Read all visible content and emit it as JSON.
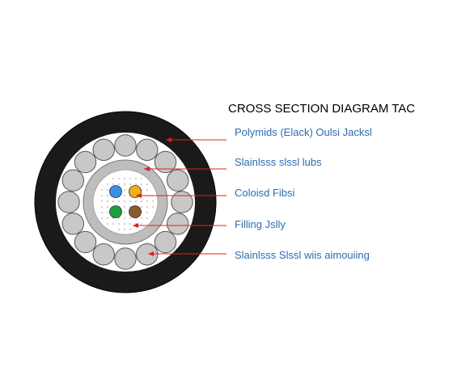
{
  "diagram": {
    "title": "CROSS SECTION DIAGRAM TAC",
    "labels": [
      {
        "text": "Polymids (Elack) Oulsi Jacksl"
      },
      {
        "text": "Slainlsss slssl lubs"
      },
      {
        "text": "Coloisd Fibsi"
      },
      {
        "text": "Filling Jslly"
      },
      {
        "text": "Slainlsss Slssl wiis aimouiing"
      }
    ],
    "colors": {
      "jacket": "#1a1a1a",
      "armour_wire": "#c8c8c8",
      "wire_outline": "#555555",
      "tube": "#bdbdbd",
      "gel": "#ffffff",
      "arrow": "#e02020",
      "label_text": "#2b6cb0"
    },
    "fibers": [
      {
        "name": "blue-fiber",
        "color": "#3a8ee6"
      },
      {
        "name": "orange-fiber",
        "color": "#f2b10f"
      },
      {
        "name": "green-fiber",
        "color": "#1e9e3a"
      },
      {
        "name": "brown-fiber",
        "color": "#8b5a2b"
      }
    ]
  }
}
